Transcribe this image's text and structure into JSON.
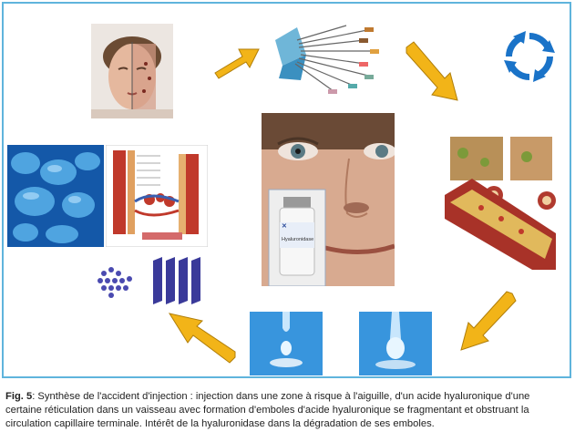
{
  "figure": {
    "caption_label": "Fig. 5",
    "caption_text": ": Synthèse de l'accident d'injection : injection dans une zone à risque à l'aiguille, d'un acide hyaluronique d'une certaine réticulation dans un vaisseau avec formation d'emboles d'acide hyaluronique se fragmentant et obstruant la circulation capillaire terminale. Intérêt de la hyaluronidase dans la dégradation de ses emboles.",
    "vial_label": "Hyaluronidase",
    "colors": {
      "frame_border": "#5fb4dc",
      "arrow_fill": "#f2b418",
      "arrow_stroke": "#b07e0a",
      "cycle_blue": "#1a73c8",
      "water_blue": "#1c7ed0"
    }
  }
}
